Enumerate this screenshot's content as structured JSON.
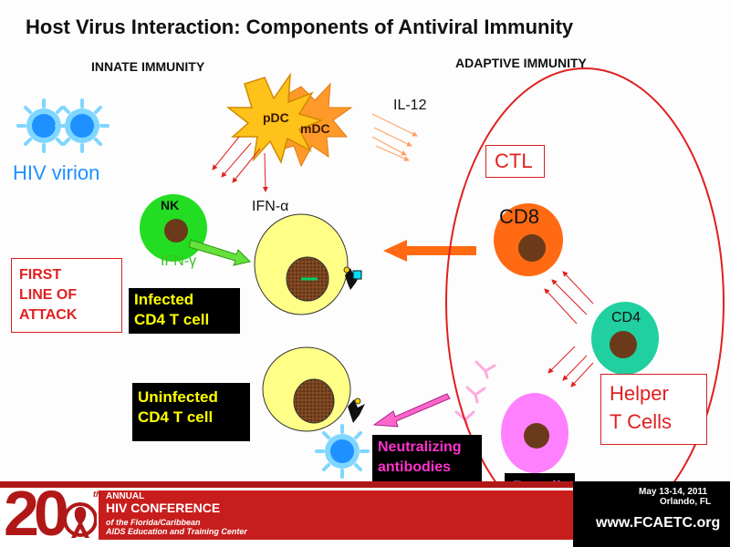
{
  "title": "Host Virus Interaction: Components of Antiviral Immunity",
  "innate_header": "INNATE  IMMUNITY",
  "adaptive_header": "ADAPTIVE  IMMUNITY",
  "cells": {
    "hiv_virion": "HIV virion",
    "pdc": "pDC",
    "mdc": "mDC",
    "nk": "NK",
    "cd8": "CD8",
    "cd4": "CD4",
    "b_cell": "B cell"
  },
  "signals": {
    "il12": "IL-12",
    "ifn_alpha": "IFN-α",
    "ifn_gamma": "IFN-γ"
  },
  "boxes": {
    "ctl": "CTL",
    "helper_line1": "Helper",
    "helper_line2": "T Cells",
    "first_line1": "FIRST",
    "first_line2": "LINE OF",
    "first_line3": "ATTACK",
    "infected_line1": "Infected",
    "infected_line2": "CD4  T cell",
    "uninfected_line1": "Uninfected",
    "uninfected_line2": "CD4  T cell",
    "neutralizing_line1": "Neutralizing",
    "neutralizing_line2": "antibodies"
  },
  "footer": {
    "anniversary_number": "20",
    "anniversary_suffix": "th",
    "annual": "ANNUAL",
    "conference": "HIV CONFERENCE",
    "org_line1": "of the Florida/Caribbean",
    "org_line2": "AIDS Education and Training Center",
    "dates": "May 13-14, 2011",
    "location": "Orlando, FL",
    "website": "www.FCAETC.org"
  },
  "colors": {
    "title": "#111111",
    "hiv_blue": "#1e90ff",
    "hiv_halo": "#7fd6ff",
    "nk_green": "#22dd22",
    "cd8_orange": "#ff6a13",
    "cd4_teal": "#20d0a0",
    "b_cell_pink": "#ff80ff",
    "t_cell_yellow": "#ffff88",
    "nucleus_brown": "#6b3a1a",
    "pdc_gold": "#ffb300",
    "mdc_orange": "#ff9a2a",
    "red_accent": "#e02020",
    "box_black": "#000000",
    "label_yellow": "#ffff00",
    "antibody_label": "#ff33cc",
    "footer_bar": "#b01818"
  }
}
